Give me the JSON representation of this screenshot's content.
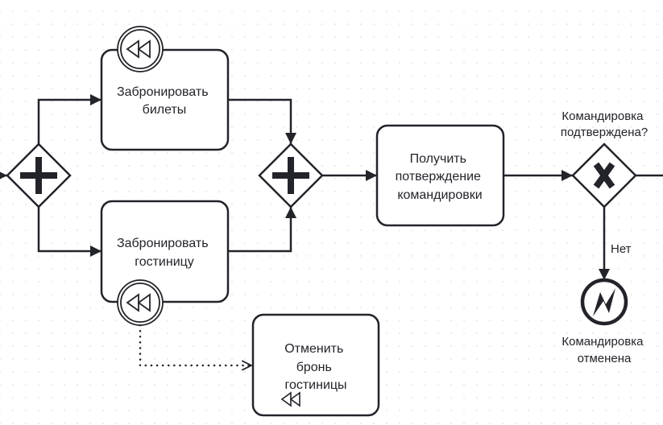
{
  "diagram": {
    "type": "BPMN",
    "colors": {
      "stroke": "#22242a",
      "text": "#22242a",
      "background": "#ffffff"
    },
    "gateways": {
      "split": {
        "kind": "parallel",
        "icon": "plus-icon"
      },
      "join": {
        "kind": "parallel",
        "icon": "plus-icon"
      },
      "decision": {
        "kind": "exclusive",
        "icon": "x-icon",
        "label_lines": [
          "Командировка",
          "подтверждена?"
        ]
      }
    },
    "tasks": {
      "book_tickets": {
        "label_lines": [
          "Забронировать",
          "билеты"
        ],
        "boundary_event": "compensation-icon"
      },
      "book_hotel": {
        "label_lines": [
          "Забронировать",
          "гостиницу"
        ],
        "boundary_event": "compensation-icon"
      },
      "get_confirmation": {
        "label_lines": [
          "Получить",
          "потверждение",
          "командировки"
        ]
      },
      "cancel_hotel": {
        "label_lines": [
          "Отменить",
          "бронь",
          "гостиницы"
        ],
        "marker": "compensation-icon"
      }
    },
    "flows": {
      "no_label": "Нет"
    },
    "end_event": {
      "kind": "error",
      "icon": "lightning-icon",
      "label_lines": [
        "Командировка",
        "отменена"
      ]
    }
  }
}
